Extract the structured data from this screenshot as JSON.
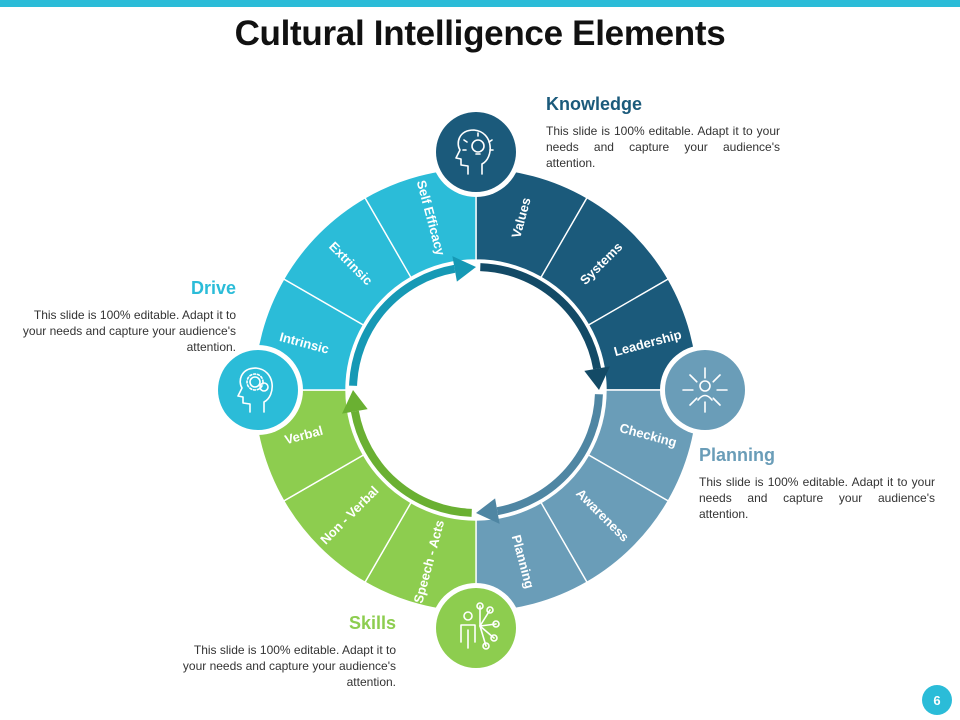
{
  "title": "Cultural Intelligence Elements",
  "page_number": "6",
  "colors": {
    "accent": "#2bbcd8",
    "knowledge": "#1b5a7b",
    "planning": "#6a9db8",
    "skills": "#8dcd4f",
    "drive": "#2bbcd8"
  },
  "quadrants": [
    {
      "id": "knowledge",
      "icon": "lightbulb-head-icon",
      "color": "#1b5a7b",
      "labels": [
        "Values",
        "Systems",
        "Leadership"
      ]
    },
    {
      "id": "planning",
      "icon": "network-person-icon",
      "color": "#6a9db8",
      "labels": [
        "Checking",
        "Awareness",
        "Planning"
      ]
    },
    {
      "id": "skills",
      "icon": "person-nodes-icon",
      "color": "#8dcd4f",
      "labels": [
        "Speech - Acts",
        "Non - Verbal",
        "Verbal"
      ]
    },
    {
      "id": "drive",
      "icon": "gears-head-icon",
      "color": "#2bbcd8",
      "labels": [
        "Intrinsic",
        "Extrinsic",
        "Self Efficacy"
      ]
    }
  ],
  "blocks": {
    "knowledge": {
      "heading": "Knowledge",
      "text": "This slide is 100% editable. Adapt it to your needs and capture your audience's attention."
    },
    "drive": {
      "heading": "Drive",
      "text": "This slide is 100% editable. Adapt it to your needs and capture your audience's attention."
    },
    "planning": {
      "heading": "Planning",
      "text": "This slide is 100% editable. Adapt it to your needs and capture your audience's attention."
    },
    "skills": {
      "heading": "Skills",
      "text": "This slide is 100% editable. Adapt it to your needs and capture your audience's attention."
    }
  }
}
